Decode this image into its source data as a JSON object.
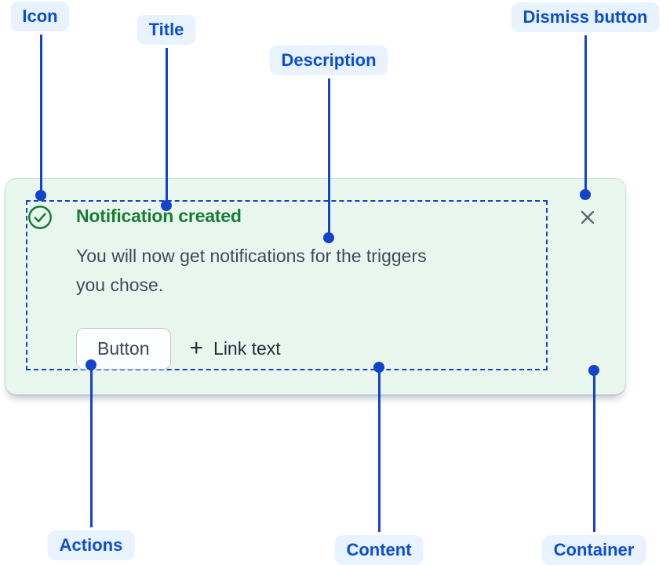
{
  "colors": {
    "accent_blue": "#1443CB",
    "label_text_blue": "#0B4FD1",
    "label_bg": "#E9F2FF",
    "success_green": "#177D33",
    "flag_bg": "#E9F6EE",
    "flag_border": "#CBE3D2",
    "text_primary": "#3F4A59",
    "text_dark": "#242D3C",
    "dismiss_gray": "#5C6670",
    "button_border": "#C5CBD3",
    "button_bg": "#FCFDFE",
    "button_text": "#3C4655",
    "page_bg": "#FFFFFF"
  },
  "callouts": [
    {
      "id": "icon",
      "label": "Icon"
    },
    {
      "id": "title",
      "label": "Title"
    },
    {
      "id": "description",
      "label": "Description"
    },
    {
      "id": "dismiss-button",
      "label": "Dismiss button"
    },
    {
      "id": "actions",
      "label": "Actions"
    },
    {
      "id": "content",
      "label": "Content"
    },
    {
      "id": "container",
      "label": "Container"
    }
  ],
  "flag": {
    "icon": "success-check-icon",
    "title": "Notification created",
    "description_lines": [
      "You will now get notifications for the triggers",
      "you chose."
    ],
    "actions": {
      "button_label": "Button",
      "plus_glyph": "+",
      "link_label": "Link text"
    },
    "dismiss_icon": "close-x"
  }
}
